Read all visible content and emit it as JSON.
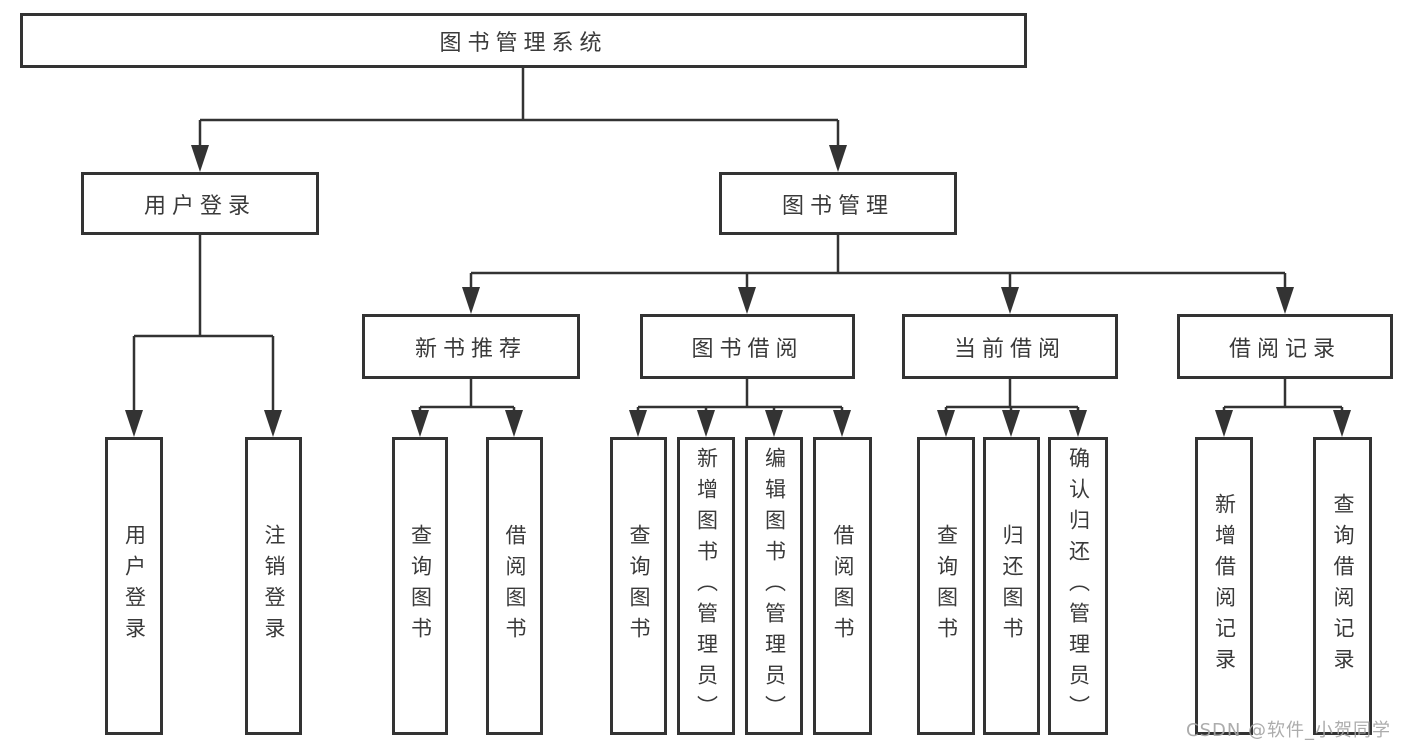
{
  "tree": {
    "root": {
      "label": "图书管理系统"
    },
    "user_login": {
      "label": "用户登录",
      "children": [
        {
          "label": "用户登录"
        },
        {
          "label": "注销登录"
        }
      ]
    },
    "book_mgmt": {
      "label": "图书管理",
      "sections": [
        {
          "label": "新书推荐",
          "children": [
            {
              "label": "查询图书"
            },
            {
              "label": "借阅图书"
            }
          ]
        },
        {
          "label": "图书借阅",
          "children": [
            {
              "label": "查询图书"
            },
            {
              "label": "新增图书（管理员）"
            },
            {
              "label": "编辑图书（管理员）"
            },
            {
              "label": "借阅图书"
            }
          ]
        },
        {
          "label": "当前借阅",
          "children": [
            {
              "label": "查询图书"
            },
            {
              "label": "归还图书"
            },
            {
              "label": "确认归还（管理员）"
            }
          ]
        },
        {
          "label": "借阅记录",
          "children": [
            {
              "label": "新增借阅记录"
            },
            {
              "label": "查询借阅记录"
            }
          ]
        }
      ]
    }
  },
  "watermark": {
    "text": "CSDN @软件_小贺同学"
  },
  "colors": {
    "line": "#333333",
    "text": "#3a3a3a",
    "watermark": "#a5a5a5"
  }
}
